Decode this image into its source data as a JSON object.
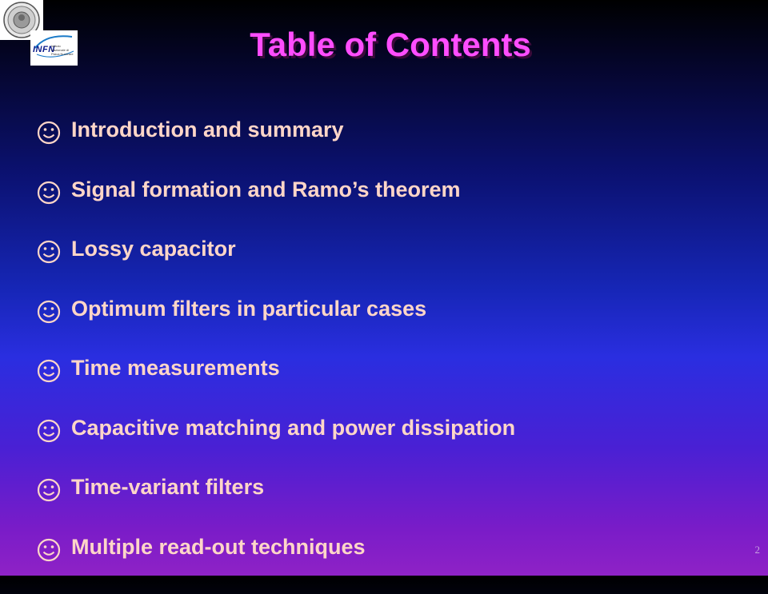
{
  "slide": {
    "title": "Table of Contents",
    "page_number": "2",
    "logos": {
      "seal": "university-seal",
      "infn": "INFN",
      "infn_subtitle": "Istituto Nazionale di Fisica Nucleare"
    },
    "bullet_icon": "smiley-face-icon",
    "items": [
      "Introduction and summary",
      "Signal formation and Ramo’s theorem",
      "Lossy capacitor",
      "Optimum filters in particular cases",
      "Time measurements",
      "Capacitive matching and power dissipation",
      "Time-variant filters",
      "Multiple read-out techniques"
    ]
  },
  "colors": {
    "title": "#ff4dff",
    "item_text": "#ffd6c8",
    "background_top": "#000000",
    "background_bottom": "#8f22c6"
  }
}
